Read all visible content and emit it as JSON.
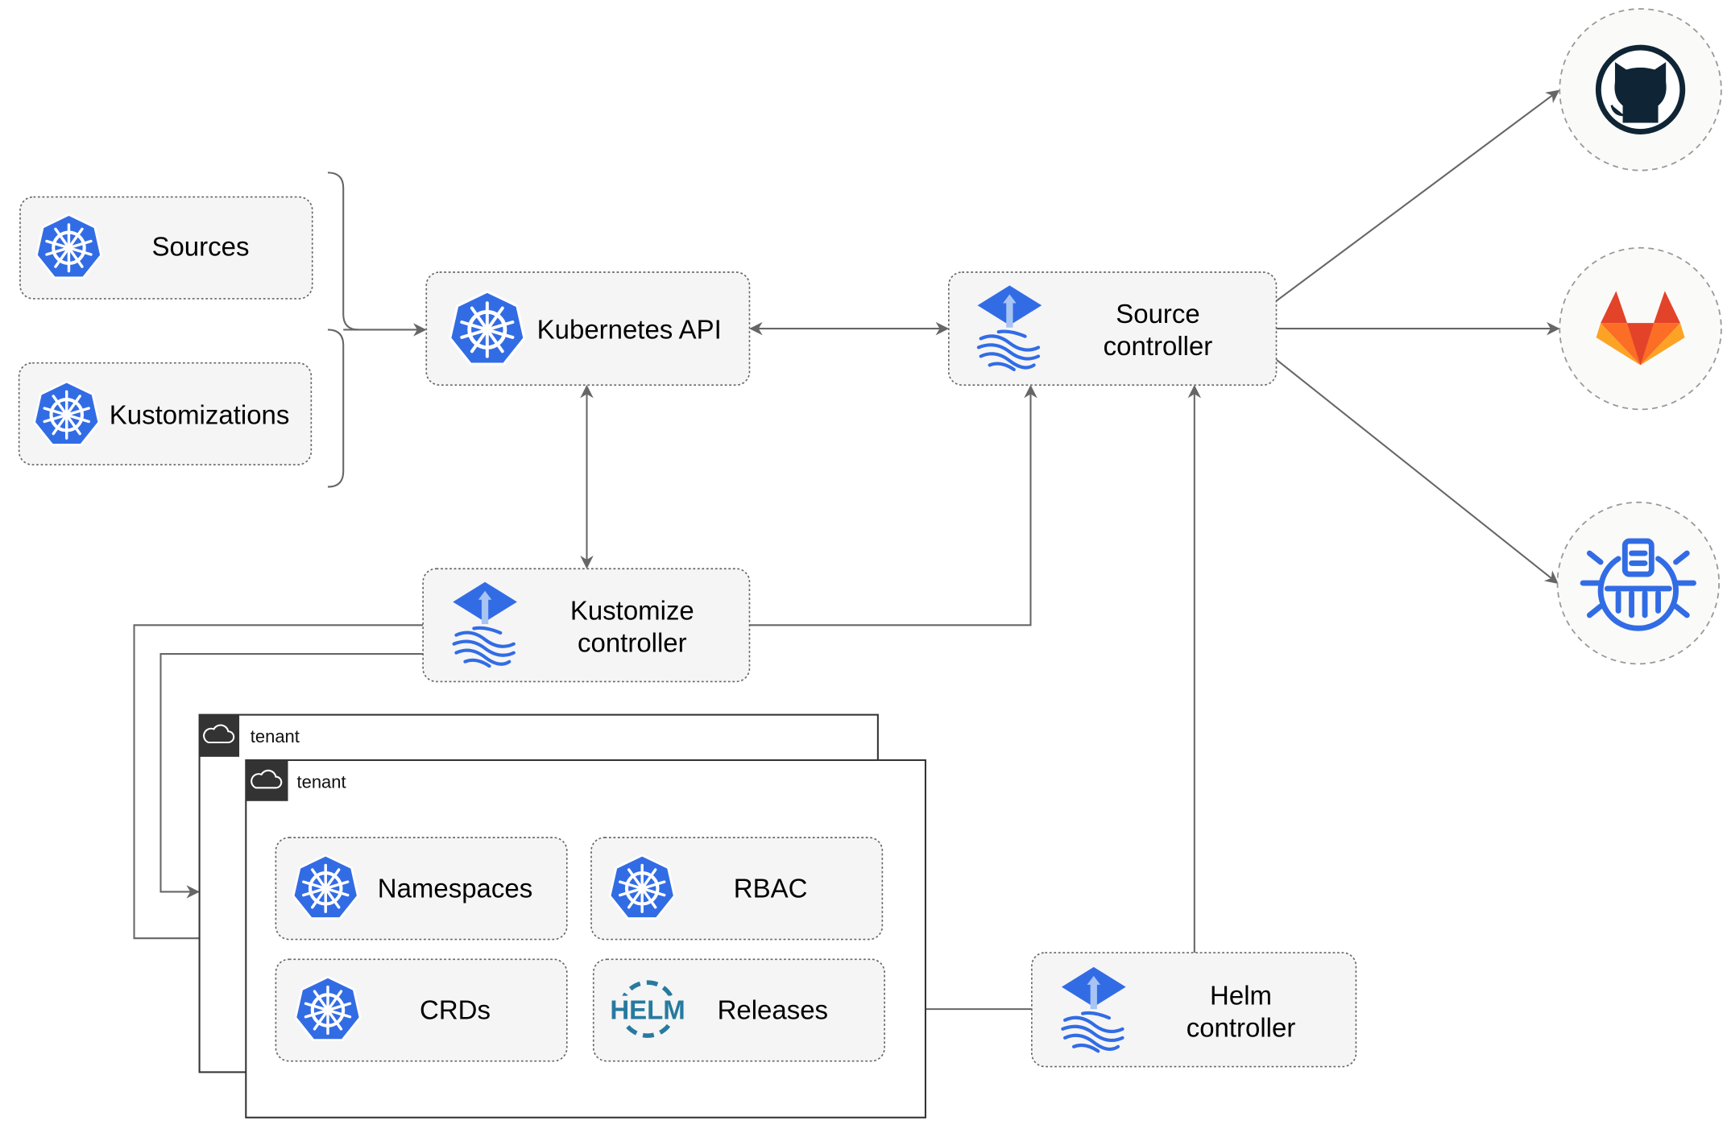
{
  "nodes": {
    "sources": "Sources",
    "kustomizations": "Kustomizations",
    "kubernetes_api": "Kubernetes API",
    "source_controller": [
      "Source",
      "controller"
    ],
    "kustomize_controller": [
      "Kustomize",
      "controller"
    ],
    "helm_controller": [
      "Helm",
      "controller"
    ],
    "namespaces": "Namespaces",
    "rbac": "RBAC",
    "crds": "CRDs",
    "releases": "Releases"
  },
  "tenants": [
    "tenant",
    "tenant"
  ],
  "helm_logo_text": "HELM",
  "external_sources": [
    "github-icon",
    "gitlab-icon",
    "helm-repository-icon"
  ],
  "colors": {
    "k8s_blue": "#326ce5",
    "edge": "#666666",
    "box_fill": "#f5f5f5",
    "gitlab_orange": "#e24329",
    "github_dark": "#0f2535",
    "helm_blue": "#277a9f"
  }
}
